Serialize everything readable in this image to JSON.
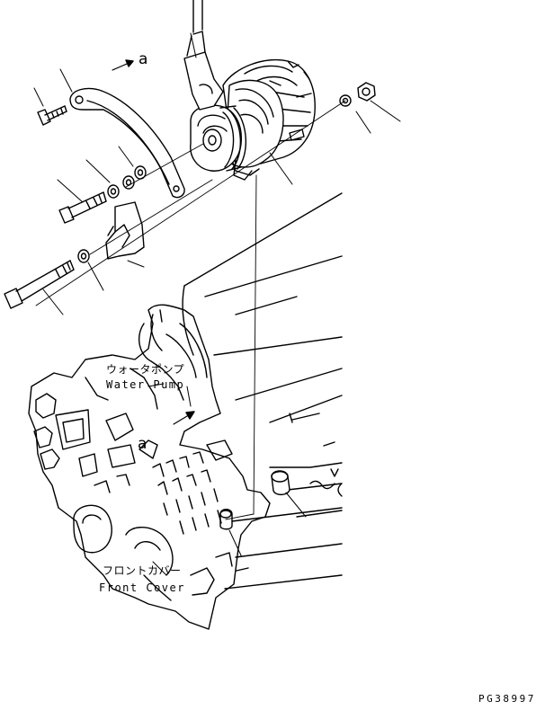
{
  "labels": {
    "water_pump_jp": "ウォータポンプ",
    "water_pump_en": "Water Pump",
    "front_cover_jp": "フロントカバー",
    "front_cover_en": "Front Cover",
    "view_arrow_top": "a",
    "view_arrow_bottom": "a",
    "drawing_code": "PG38997"
  },
  "colors": {
    "line": "#000000",
    "background": "#ffffff"
  }
}
